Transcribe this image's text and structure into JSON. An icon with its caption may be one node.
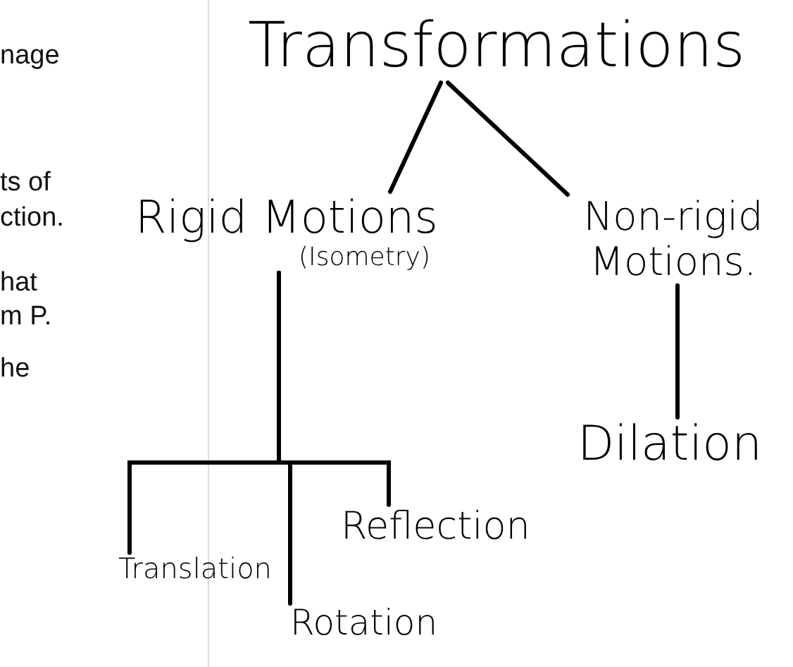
{
  "diagram": {
    "nodes": [
      {
        "text": [
          "Transformations"
        ]
      },
      {
        "text": [
          "Rigid Motions",
          "(Isometry)"
        ]
      },
      {
        "text": [
          "Non-rigid Motions."
        ]
      },
      {
        "text": [
          "Translation"
        ]
      },
      {
        "text": [
          "Rotation"
        ]
      },
      {
        "text": [
          "Reflection"
        ]
      },
      {
        "text": [
          "Dilation"
        ]
      }
    ],
    "edges": [
      {
        "from": 0,
        "to": 1,
        "arrow": "none"
      },
      {
        "from": 0,
        "to": 2,
        "arrow": "none"
      },
      {
        "from": 1,
        "to": 3,
        "arrow": "none"
      },
      {
        "from": 1,
        "to": 4,
        "arrow": "none"
      },
      {
        "from": 1,
        "to": 5,
        "arrow": "none"
      },
      {
        "from": 2,
        "to": 6,
        "arrow": "none"
      }
    ],
    "labels": [
      "nage",
      "ts of",
      "ction.",
      "hat",
      "m P.",
      "he"
    ]
  }
}
